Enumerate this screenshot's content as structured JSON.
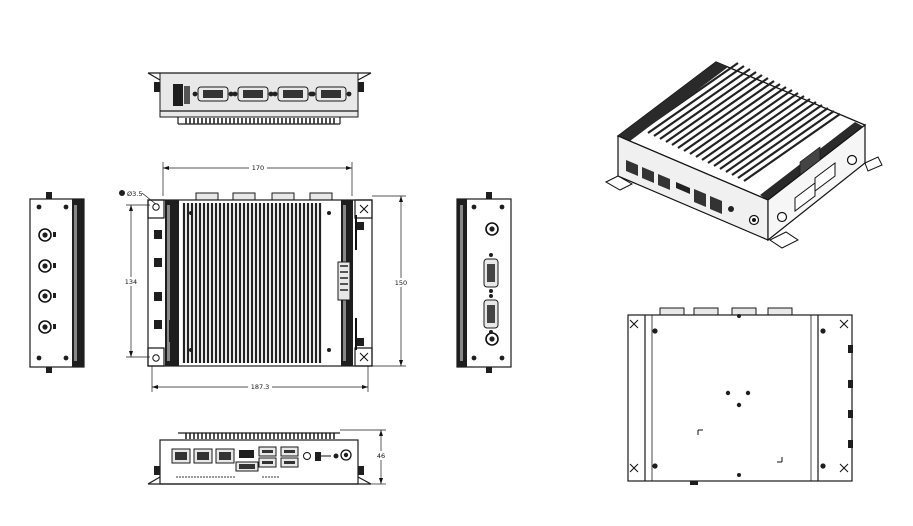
{
  "dimensions": {
    "width_top": "170",
    "height_left": "134",
    "height_right": "150",
    "width_bottom": "187.3",
    "depth_side": "46",
    "hole": "Ø3.5"
  },
  "colors": {
    "line": "#1a1a1a",
    "fill_dark": "#1e1e1e",
    "fill_light": "#e8e8e8",
    "background": "#ffffff"
  }
}
